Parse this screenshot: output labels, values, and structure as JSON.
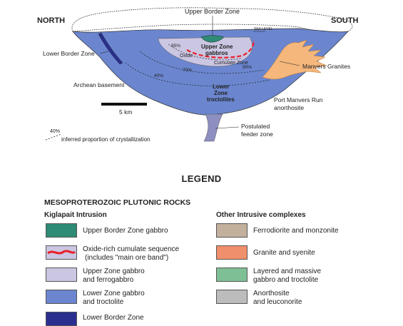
{
  "diagram": {
    "north": "NORTH",
    "south": "SOUTH",
    "upper_border_zone": "Upper Border Zone",
    "sea_level": "SEA LEVEL",
    "pct_95": "95%",
    "pct_90": "90%",
    "pct_70": "70%",
    "pct_40": "40%",
    "upper_zone_line1": "Upper Zone",
    "upper_zone_line2": "gabbros",
    "oxide": "Oxide",
    "cumulate_zone": "Cumulate Zone",
    "lower_border_zone": "Lower Border Zone",
    "manvers_granites": "Manvers Granites",
    "archean_basement": "Archean basement",
    "lower_zone_line1": "Lower",
    "lower_zone_line2": "Zone",
    "lower_zone_line3": "troctolites",
    "scale": "5 km",
    "port_manvers_line1": "Port Manvers Run",
    "port_manvers_line2": "anorthosite",
    "feeder_line1": "Postulated",
    "feeder_line2": "feeder zone",
    "key_pct": "40%",
    "key_text": "inferred proportion of crystallization"
  },
  "legend": {
    "title": "LEGEND",
    "section": "MESOPROTEROZOIC PLUTONIC ROCKS",
    "left_title": "Kiglapait Intrusion",
    "right_title": "Other Intrusive complexes",
    "left_items": [
      {
        "line1": "Upper Border Zone gabbro",
        "line2": "",
        "color": "#2e8b74"
      },
      {
        "line1": "Oxide-rich cumulate sequence",
        "line2": "(includes \"main ore band\")",
        "color": "#e8202a"
      },
      {
        "line1": "Upper Zone gabbro",
        "line2": "and ferrogabbro",
        "color": "#cbc6e2"
      },
      {
        "line1": "Lower Zone gabbro",
        "line2": "and troctolite",
        "color": "#6b86cf"
      },
      {
        "line1": "Lower Border Zone",
        "line2": "",
        "color": "#2a2f8f"
      }
    ],
    "right_items": [
      {
        "line1": "Ferrodiorite and monzonite",
        "line2": "",
        "color": "#c3b09c"
      },
      {
        "line1": "Granite and syenite",
        "line2": "",
        "color": "#f08f6b"
      },
      {
        "line1": "Layered and massive",
        "line2": "gabbro and troctolite",
        "color": "#7fbf95"
      },
      {
        "line1": "Anorthosite",
        "line2": "and leuconorite",
        "color": "#bcbcbc"
      }
    ]
  }
}
